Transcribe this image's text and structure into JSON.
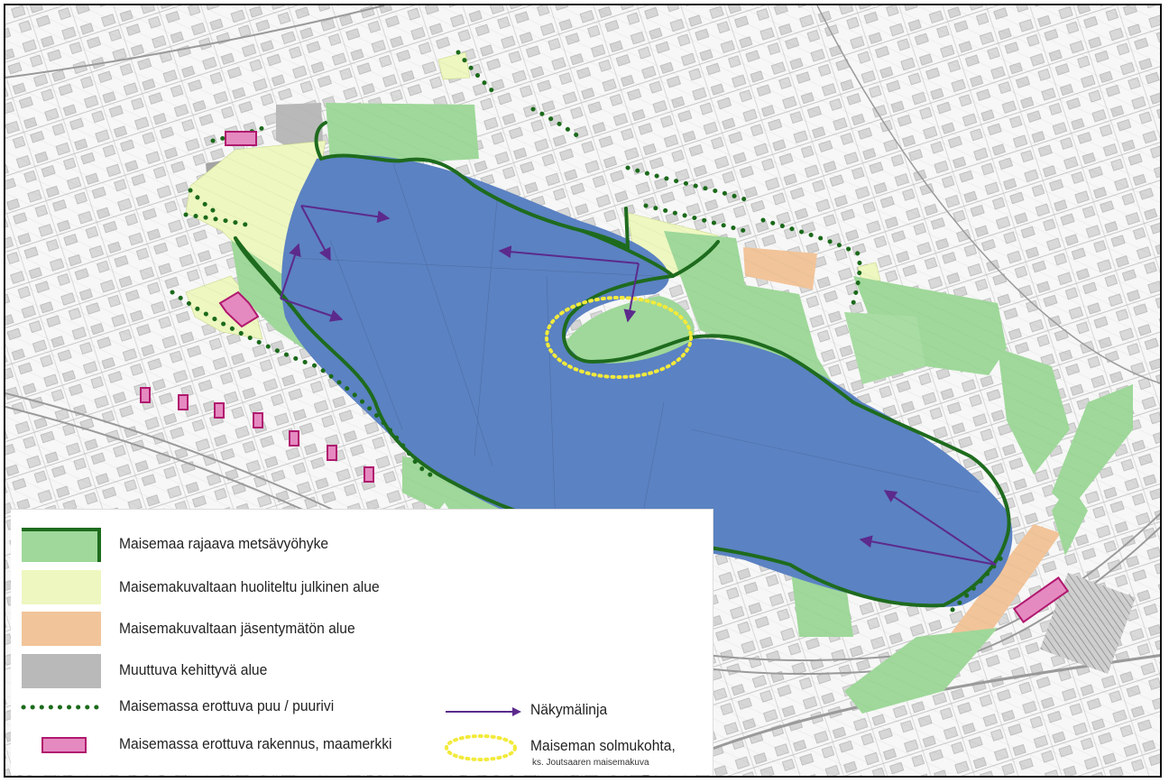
{
  "legend": {
    "forest_zone": "Maisemaa rajaava metsävyöhyke",
    "public_area": "Maisemakuvaltaan huoliteltu julkinen alue",
    "unstructured_area": "Maisemakuvaltaan jäsentymätön alue",
    "changing_area": "Muuttuva kehittyvä alue",
    "tree_row": "Maisemassa erottuva puu / puurivi",
    "landmark_building": "Maisemassa erottuva rakennus, maamerkki",
    "view_line": "Näkymälinja",
    "landscape_node": "Maiseman solmukohta,",
    "landscape_node_note": "ks. Joutsaaren maisemakuva"
  },
  "colors": {
    "water": "#5b82c2",
    "forest": "#9fd89a",
    "forest_border": "#1e6b1e",
    "public": "#eef7c0",
    "unstructured": "#f2c49a",
    "changing": "#b9b9b9",
    "tree_dots": "#1b6a1b",
    "landmark": "#e58ac0",
    "landmark_border": "#b0186e",
    "view_arrow": "#5c2a8c",
    "node": "#f2ea3c"
  }
}
